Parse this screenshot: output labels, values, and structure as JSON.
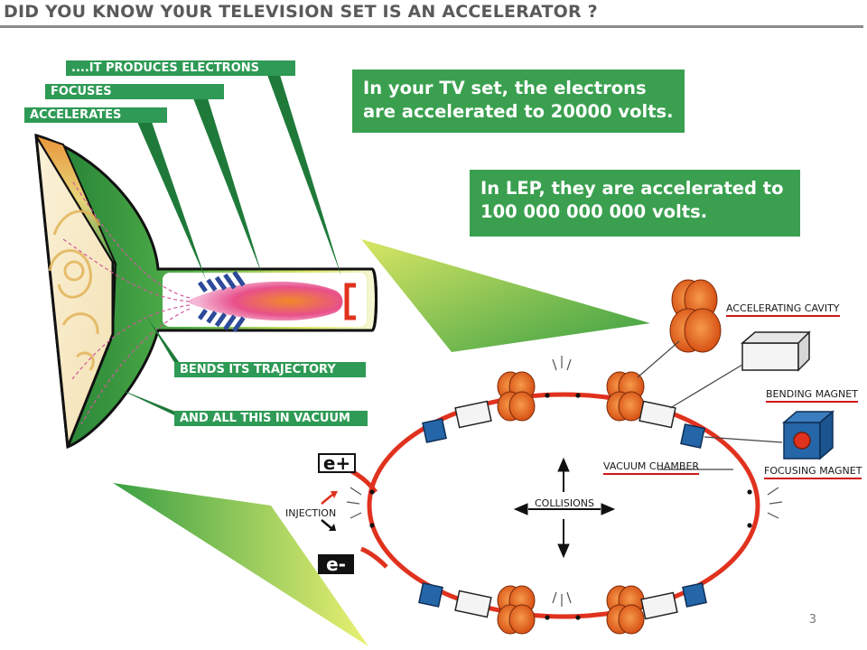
{
  "title": "DID YOU KNOW Y0UR TELEVISION SET IS AN ACCELERATOR ?",
  "tv": {
    "produces": "....IT PRODUCES ELECTRONS",
    "focuses": "FOCUSES",
    "accelerates": "ACCELERATES",
    "bends": "BENDS ITS TRAJECTORY",
    "vacuum": "AND ALL THIS IN VACUUM"
  },
  "box_tv": {
    "line1": "In your TV set, the electrons",
    "line2": "are accelerated to 20000 volts."
  },
  "box_lep": {
    "line1": "In LEP, they are accelerated to",
    "line2": "100 000 000 000 volts."
  },
  "lep": {
    "accelerating_cavity": "ACCELERATING CAVITY",
    "bending_magnet": "BENDING MAGNET",
    "focusing_magnet": "FOCUSING MAGNET",
    "vacuum_chamber": "VACUUM CHAMBER",
    "collisions": "COLLISIONS",
    "injection": "INJECTION",
    "positron": "e+",
    "electron": "e-"
  },
  "colors": {
    "green_dark": "#1f7a3a",
    "green_box": "#3aa04f",
    "ring_red": "#e0321e",
    "cavity_orange": "#e8601c",
    "magnet_blue": "#2466a8"
  },
  "page_number": "3"
}
